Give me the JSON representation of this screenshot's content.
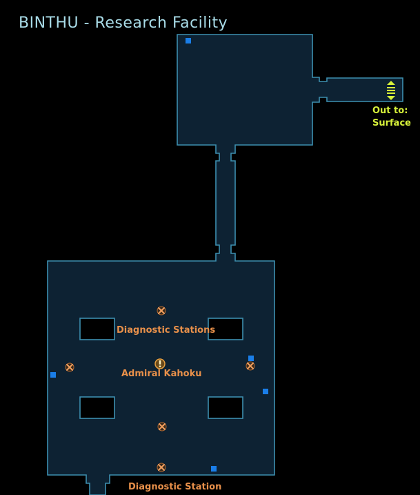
{
  "map": {
    "title": "BINTHU - Research Facility",
    "labels": {
      "diagnostic_stations": "Diagnostic Stations",
      "admiral": "Admiral Kahoku",
      "diagnostic_station": "Diagnostic Station",
      "out_to": "Out to:",
      "surface": "Surface"
    },
    "icons": {
      "station": "crossed-tools-icon",
      "quest": "exclamation-marker-icon",
      "exit": "exit-arrows-icon",
      "loot": "blue-square-marker-icon"
    },
    "colors": {
      "background": "#000000",
      "floor": "#0d2233",
      "wall": "#3d8fb0",
      "title": "#a9dce8",
      "label_orange": "#e8904a",
      "label_yellow": "#d6f03a",
      "marker_blue": "#1a7ee8"
    }
  }
}
